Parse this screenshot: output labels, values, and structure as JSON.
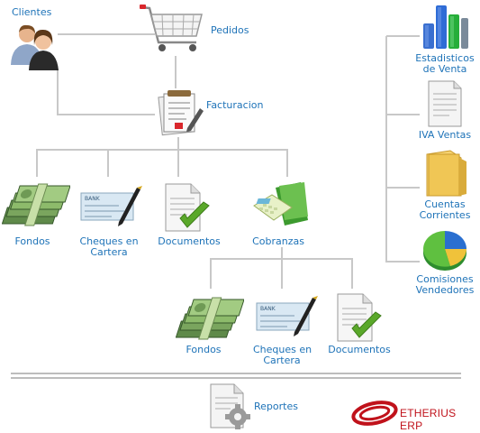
{
  "nodes": {
    "clientes": {
      "label": "Clientes",
      "icon": "people-icon"
    },
    "pedidos": {
      "label": "Pedidos",
      "icon": "shopping-cart-icon"
    },
    "facturacion": {
      "label": "Facturacion",
      "icon": "invoice-icon"
    },
    "fondos1": {
      "label": "Fondos",
      "icon": "money-stack-icon"
    },
    "cheques1": {
      "line1": "Cheques en",
      "line2": "Cartera",
      "icon": "bank-cheque-icon"
    },
    "documentos1": {
      "label": "Documentos",
      "icon": "document-check-icon"
    },
    "cobranzas": {
      "label": "Cobranzas",
      "icon": "calculator-folder-icon"
    },
    "fondos2": {
      "label": "Fondos",
      "icon": "money-stack-icon"
    },
    "cheques2": {
      "line1": "Cheques en",
      "line2": "Cartera",
      "icon": "bank-cheque-icon"
    },
    "documentos2": {
      "label": "Documentos",
      "icon": "document-check-icon"
    },
    "reportes": {
      "label": "Reportes",
      "icon": "report-gear-icon"
    },
    "estadisticos": {
      "line1": "Estadisticos",
      "line2": "de Venta",
      "icon": "bar-chart-icon"
    },
    "iva": {
      "label": "IVA Ventas",
      "icon": "document-icon"
    },
    "cuentas": {
      "line1": "Cuentas",
      "line2": "Corrientes",
      "icon": "folder-icon"
    },
    "comisiones": {
      "line1": "Comisiones",
      "line2": "Vendedores",
      "icon": "pie-chart-icon"
    }
  },
  "brand": {
    "name": "ETHERIUS ERP",
    "icon": "etherius-logo-icon"
  },
  "colors": {
    "label": "#1e73b8",
    "connector": "#c8c8c8",
    "brand": "#c0121b"
  }
}
